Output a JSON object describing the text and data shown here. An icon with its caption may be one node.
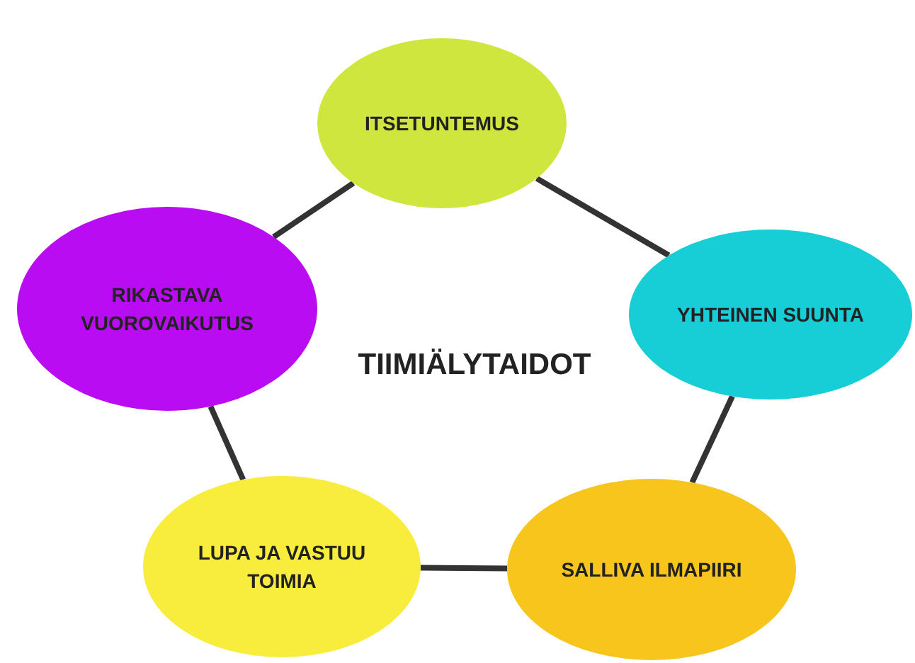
{
  "diagram": {
    "nodes": [
      {
        "text": [
          "ITSETUNTEMUS"
        ]
      },
      {
        "text": [
          "RIKASTAVA VUOROVAIKUTUS"
        ]
      },
      {
        "text": [
          "YHTEINEN SUUNTA"
        ]
      },
      {
        "text": [
          "LUPA JA VASTUU TOIMIA"
        ]
      },
      {
        "text": [
          "SALLIVA ILMAPIIRI"
        ]
      }
    ],
    "edges": [
      {
        "from": 0,
        "to": 2,
        "arrow": "none"
      },
      {
        "from": 2,
        "to": 4,
        "arrow": "none"
      },
      {
        "from": 4,
        "to": 3,
        "arrow": "none"
      },
      {
        "from": 3,
        "to": 1,
        "arrow": "none"
      },
      {
        "from": 1,
        "to": 0,
        "arrow": "none"
      }
    ],
    "labels": [
      "TIIMIÄLYTAIDOT"
    ]
  }
}
